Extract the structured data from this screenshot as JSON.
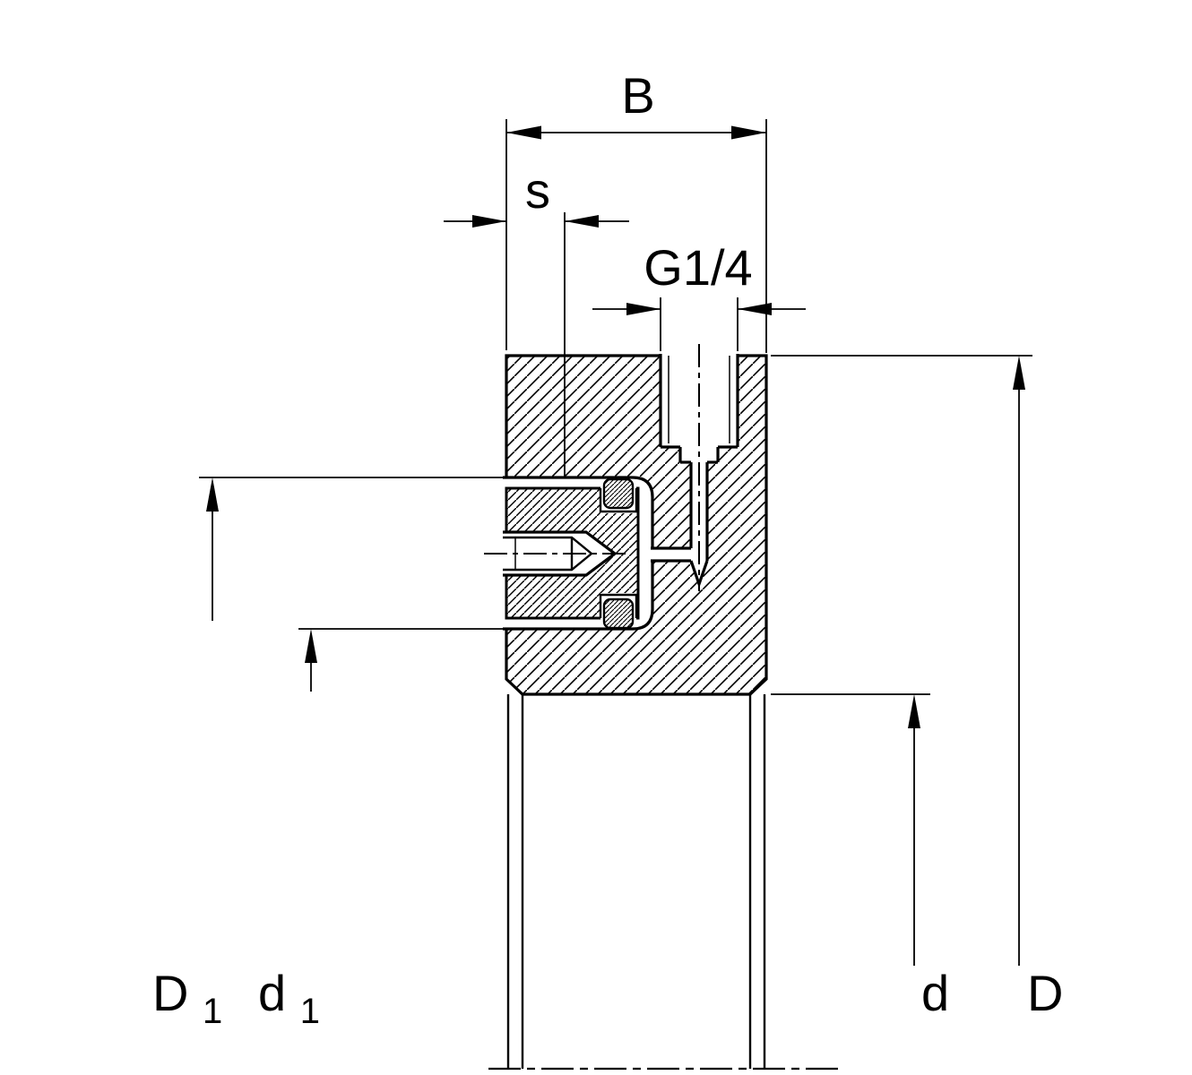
{
  "drawing": {
    "background": "#ffffff",
    "line_color": "#000000"
  },
  "labels": {
    "B": "B",
    "s": "s",
    "G": "G1/4",
    "D1": {
      "main": "D",
      "sub": "1"
    },
    "d1": {
      "main": "d",
      "sub": "1"
    },
    "d": "d",
    "D": "D"
  }
}
